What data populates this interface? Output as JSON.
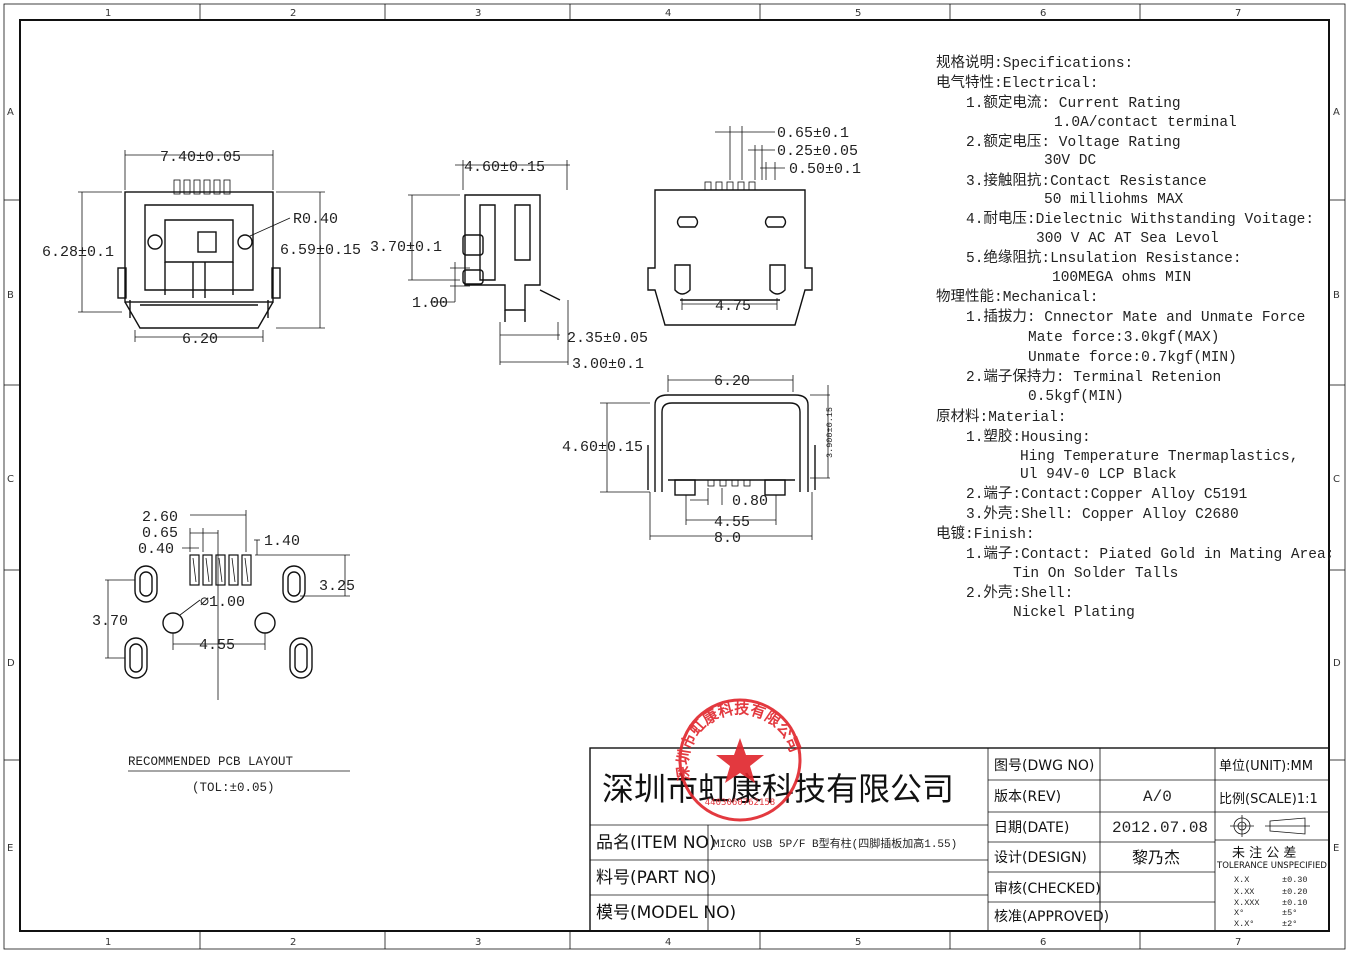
{
  "grid": {
    "cols": [
      "1",
      "2",
      "3",
      "4",
      "5",
      "6",
      "7"
    ],
    "rows": [
      "A",
      "B",
      "C",
      "D",
      "E"
    ]
  },
  "views": {
    "front": {
      "w": "7.40±0.05",
      "h": "6.28±0.1",
      "r": "R0.40",
      "h2": "6.59±0.15",
      "bottom": "6.20"
    },
    "side": {
      "w": "4.60±0.15",
      "h": "3.70±0.1",
      "leg": "1.00",
      "a": "2.35±0.05",
      "b": "3.00±0.1"
    },
    "top": {
      "p1": "0.65±0.1",
      "p2": "0.25±0.05",
      "p3": "0.50±0.1",
      "c": "4.75"
    },
    "rear": {
      "top": "6.20",
      "h": "4.60±0.15",
      "h2": "3.900±0.15",
      "p": "0.80",
      "c": "4.55",
      "w": "8.0"
    },
    "pcb": {
      "d1": "2.60",
      "d2": "0.65",
      "d3": "0.40",
      "d4": "1.40",
      "d5": "3.25",
      "d6": "3.70",
      "hole": "⌀1.00",
      "d7": "4.55",
      "title": "RECOMMENDED PCB LAYOUT",
      "tol": "(TOL:±0.05)"
    }
  },
  "specs": [
    "规格说明:Specifications:",
    "电气特性:Electrical:",
    "1.额定电流: Current Rating",
    "1.0A/contact terminal",
    "2.额定电压: Voltage Rating",
    "30V DC",
    "3.接触阻抗:Contact Resistance",
    "50 milliohms MAX",
    "4.耐电压:Dielectnic Withstanding Voitage:",
    "300 V AC AT Sea Levol",
    "5.绝缘阻抗:Lnsulation Resistance:",
    "100MEGA ohms MIN",
    "物理性能:Mechanical:",
    "1.插拔力: Cnnector Mate and Unmate Force",
    "Mate force:3.0kgf(MAX)",
    "Unmate force:0.7kgf(MIN)",
    "2.端子保持力: Terminal Retenion",
    "0.5kgf(MIN)",
    "原材料:Material:",
    "1.塑胶:Housing:",
    "Hing Temperature  Tnermaplastics,",
    "Ul 94V-0  LCP Black",
    "2.端子:Contact:Copper Alloy C5191",
    "3.外壳:Shell: Copper Alloy C2680",
    "电镀:Finish:",
    "1.端子:Contact: Piated Gold in Mating Area;",
    "Tin On Solder Talls",
    "2.外壳:Shell:",
    "Nickel Plating"
  ],
  "title_block": {
    "company": "深圳市虹康科技有限公司",
    "stamp_text": "深圳市虹康科技有限公司",
    "stamp_code": "4403060762158",
    "item_label": "品名(ITEM NO)",
    "item_value": "MICRO USB 5P/F B型有柱(四脚插板加高1.55)",
    "part_label": "料号(PART NO)",
    "model_label": "模号(MODEL NO)",
    "dwg_label": "图号(DWG NO)",
    "rev_label": "版本(REV)",
    "rev_value": "A/0",
    "date_label": "日期(DATE)",
    "date_value": "2012.07.08",
    "design_label": "设计(DESIGN)",
    "design_value": "黎乃杰",
    "checked_label": "审核(CHECKED)",
    "approved_label": "核准(APPROVED)",
    "unit_label": "单位(UNIT):MM",
    "scale_label": "比例(SCALE)1:1",
    "tol_title": "未 注 公 差",
    "tol_sub": "TOLERANCE UNSPECIFIED",
    "tol_rows": [
      [
        "X.X",
        "±0.30"
      ],
      [
        "X.XX",
        "±0.20"
      ],
      [
        "X.XXX",
        "±0.10"
      ],
      [
        "X°",
        "±5°"
      ],
      [
        "X.X°",
        "±2°"
      ]
    ]
  },
  "colors": {
    "stamp": "#e0242b",
    "ink": "#111111"
  }
}
